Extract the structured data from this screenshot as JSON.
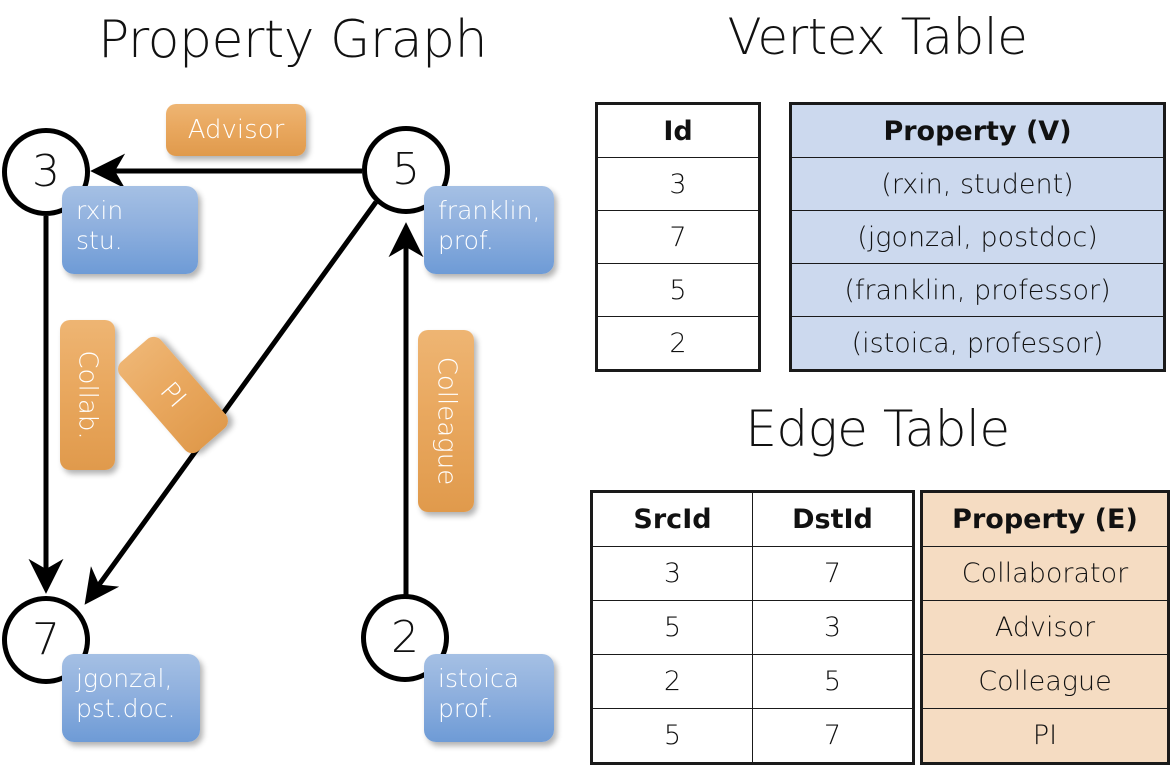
{
  "titles": {
    "property_graph": "Property Graph",
    "vertex_table": "Vertex Table",
    "edge_table": "Edge Table"
  },
  "colors": {
    "vertex_property_fill": "#ccd9ee",
    "edge_property_fill": "#f5dcc2",
    "node_box_blue": "#8fb0de",
    "edge_label_orange": "#e9a85f",
    "stroke": "#000000"
  },
  "graph": {
    "nodes": [
      {
        "id": "3",
        "prop_line1": "rxin",
        "prop_line2": "stu."
      },
      {
        "id": "5",
        "prop_line1": "franklin,",
        "prop_line2": "prof."
      },
      {
        "id": "7",
        "prop_line1": "jgonzal,",
        "prop_line2": "pst.doc."
      },
      {
        "id": "2",
        "prop_line1": "istoica",
        "prop_line2": "prof."
      }
    ],
    "edge_labels": [
      {
        "text": "Advisor"
      },
      {
        "text": "Collab."
      },
      {
        "text": "PI"
      },
      {
        "text": "Colleague"
      }
    ]
  },
  "vertex_table": {
    "headers": [
      "Id",
      "Property (V)"
    ],
    "rows": [
      {
        "id": "3",
        "property": "(rxin, student)"
      },
      {
        "id": "7",
        "property": "(jgonzal, postdoc)"
      },
      {
        "id": "5",
        "property": "(franklin, professor)"
      },
      {
        "id": "2",
        "property": "(istoica, professor)"
      }
    ]
  },
  "edge_table": {
    "headers": [
      "SrcId",
      "DstId",
      "Property (E)"
    ],
    "rows": [
      {
        "src": "3",
        "dst": "7",
        "property": "Collaborator"
      },
      {
        "src": "5",
        "dst": "3",
        "property": "Advisor"
      },
      {
        "src": "2",
        "dst": "5",
        "property": "Colleague"
      },
      {
        "src": "5",
        "dst": "7",
        "property": "PI"
      }
    ]
  }
}
